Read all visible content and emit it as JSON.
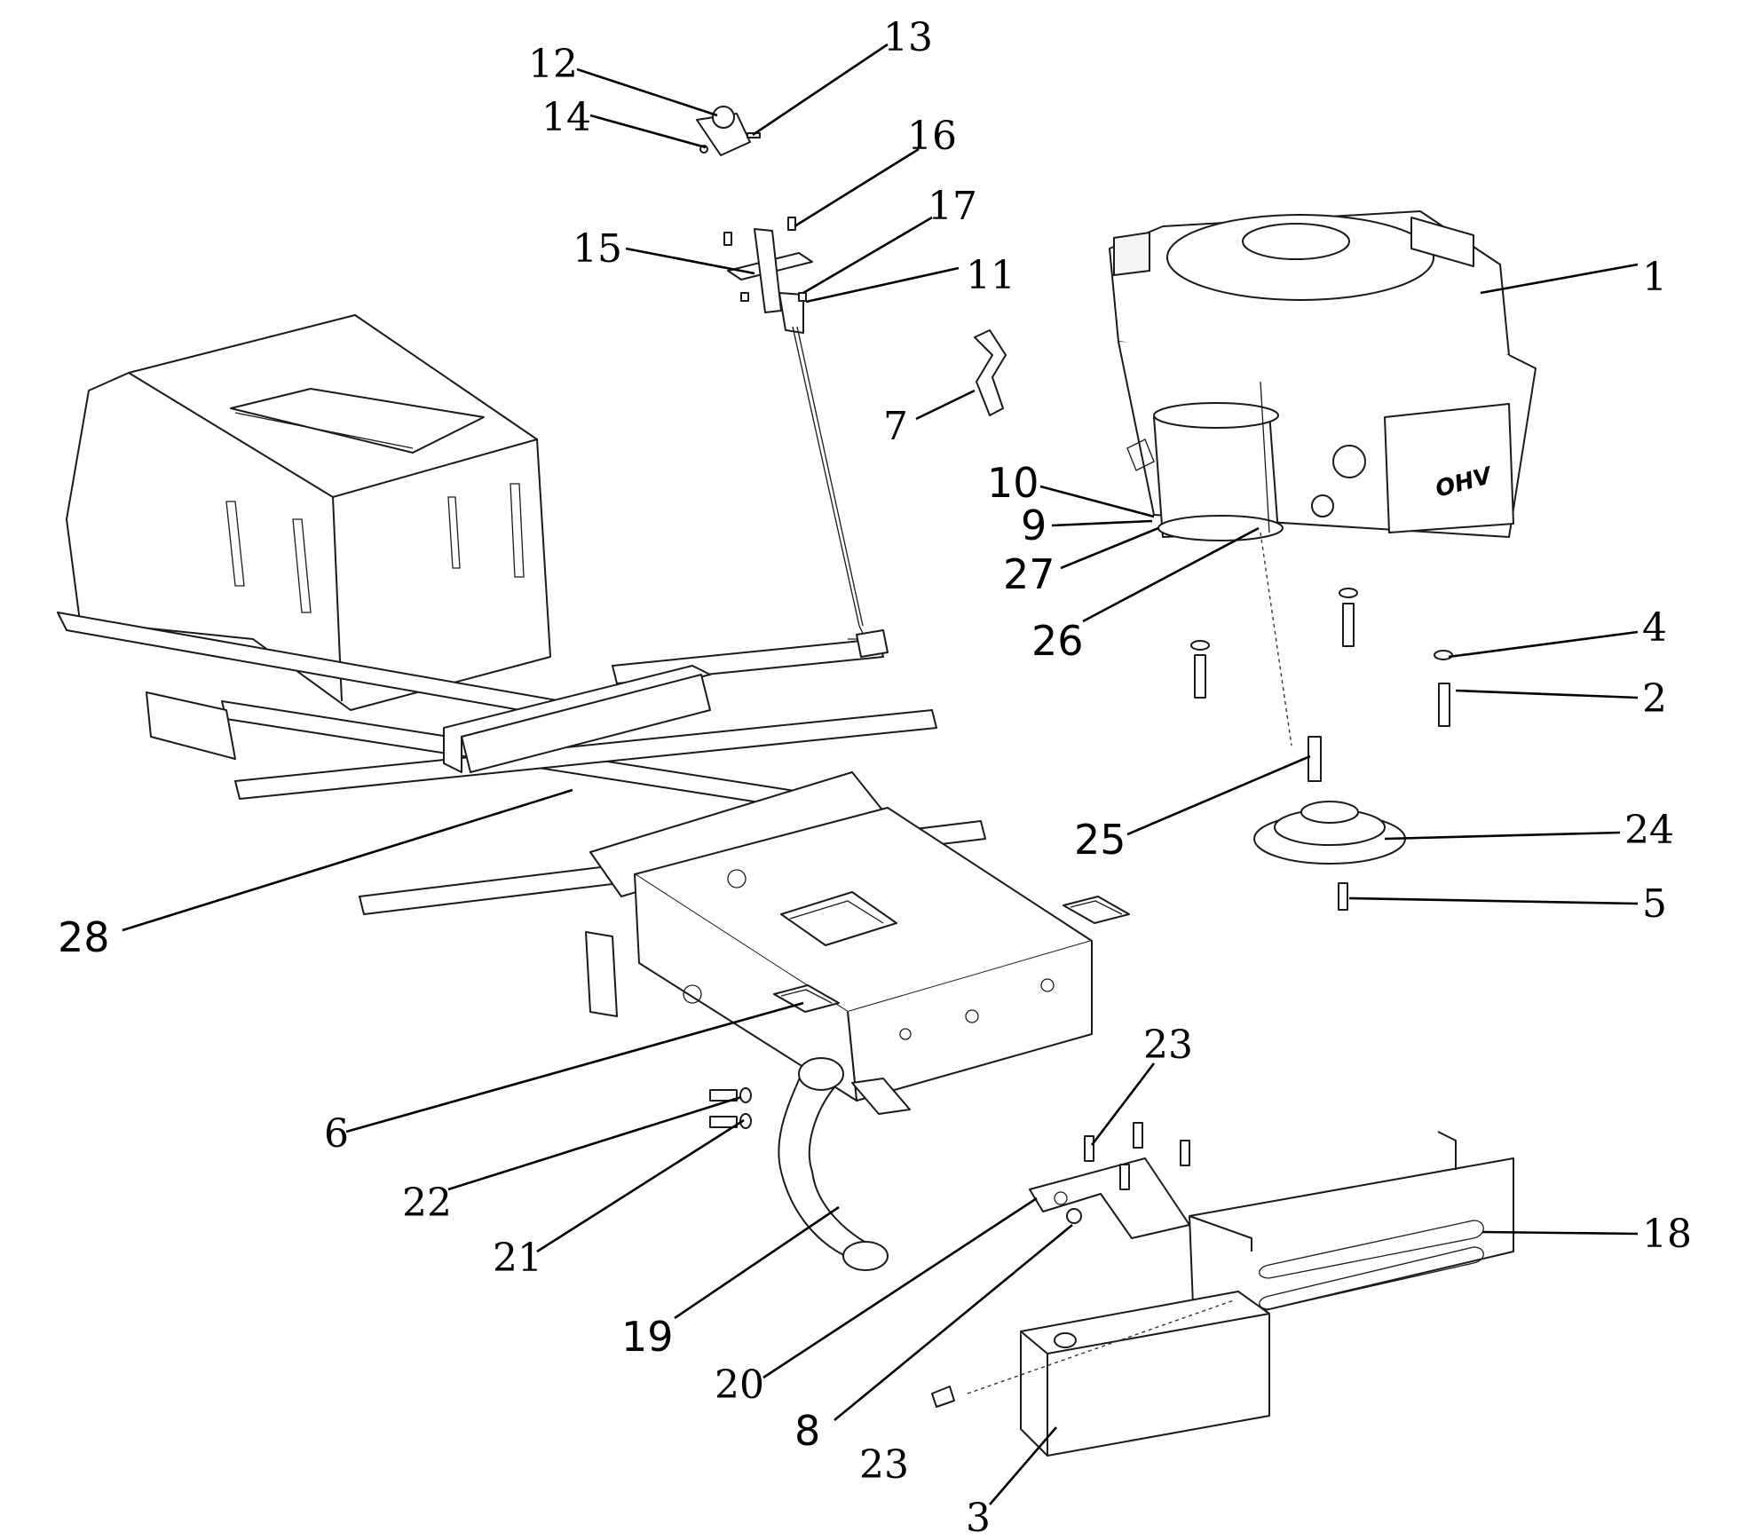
{
  "diagram": {
    "engine_decal": "OHV",
    "callouts": [
      {
        "id": "c1",
        "number": "1"
      },
      {
        "id": "c2",
        "number": "2"
      },
      {
        "id": "c3",
        "number": "3"
      },
      {
        "id": "c4",
        "number": "4"
      },
      {
        "id": "c5",
        "number": "5"
      },
      {
        "id": "c6",
        "number": "6"
      },
      {
        "id": "c7",
        "number": "7"
      },
      {
        "id": "c8",
        "number": "8"
      },
      {
        "id": "c9",
        "number": "9"
      },
      {
        "id": "c10",
        "number": "10"
      },
      {
        "id": "c11",
        "number": "11"
      },
      {
        "id": "c12",
        "number": "12"
      },
      {
        "id": "c13",
        "number": "13"
      },
      {
        "id": "c14",
        "number": "14"
      },
      {
        "id": "c15",
        "number": "15"
      },
      {
        "id": "c16",
        "number": "16"
      },
      {
        "id": "c17",
        "number": "17"
      },
      {
        "id": "c18",
        "number": "18"
      },
      {
        "id": "c19",
        "number": "19"
      },
      {
        "id": "c20",
        "number": "20"
      },
      {
        "id": "c21",
        "number": "21"
      },
      {
        "id": "c22",
        "number": "22"
      },
      {
        "id": "c23a",
        "number": "23"
      },
      {
        "id": "c23b",
        "number": "23"
      },
      {
        "id": "c24",
        "number": "24"
      },
      {
        "id": "c25",
        "number": "25"
      },
      {
        "id": "c26",
        "number": "26"
      },
      {
        "id": "c27",
        "number": "27"
      },
      {
        "id": "c28",
        "number": "28"
      }
    ]
  }
}
